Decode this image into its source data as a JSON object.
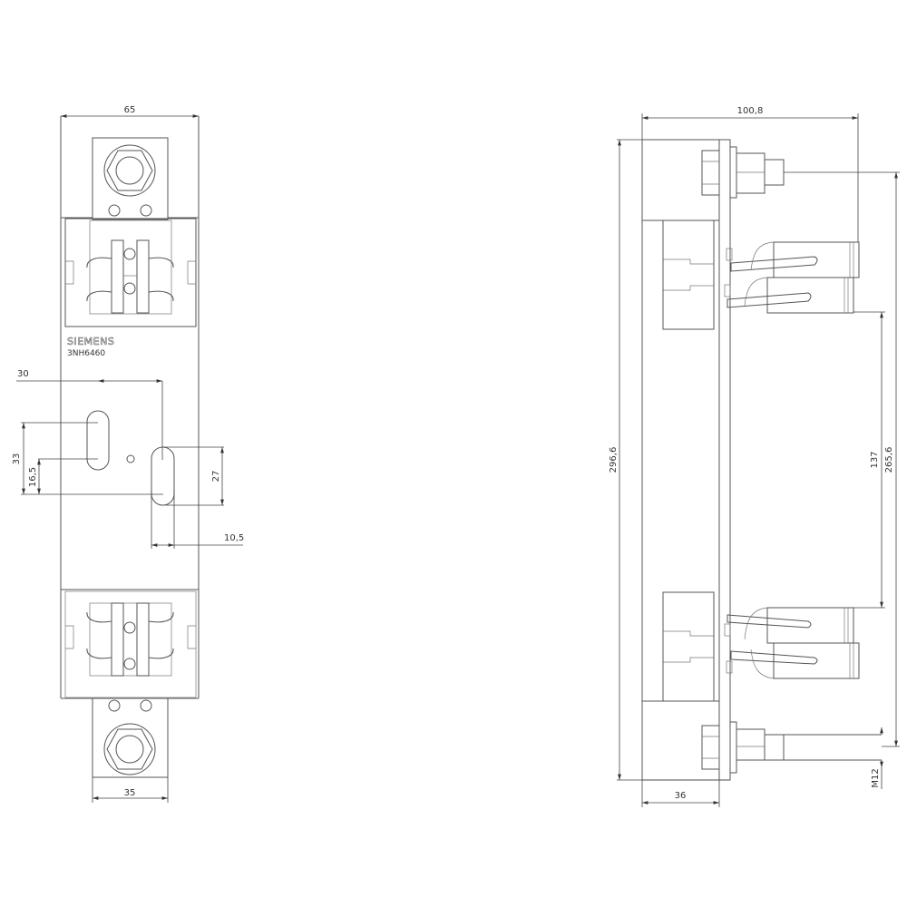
{
  "title": "3NH6460 fuse base dimension drawing",
  "front_view": {
    "brand": "SIEMENS",
    "model": "3NH6460",
    "dims": {
      "width": "65",
      "tab_width": "35",
      "slot_offset": "30",
      "height_33": "33",
      "height_16_5": "16,5",
      "slot_length": "27",
      "slot_width": "10,5"
    }
  },
  "side_view": {
    "dims": {
      "depth": "100,8",
      "height": "296,6",
      "contact_gap": "137",
      "bolt_spacing": "265,6",
      "base_depth": "36",
      "thread": "M12"
    }
  },
  "colors": {
    "line": "#555555",
    "background": "#ffffff"
  }
}
